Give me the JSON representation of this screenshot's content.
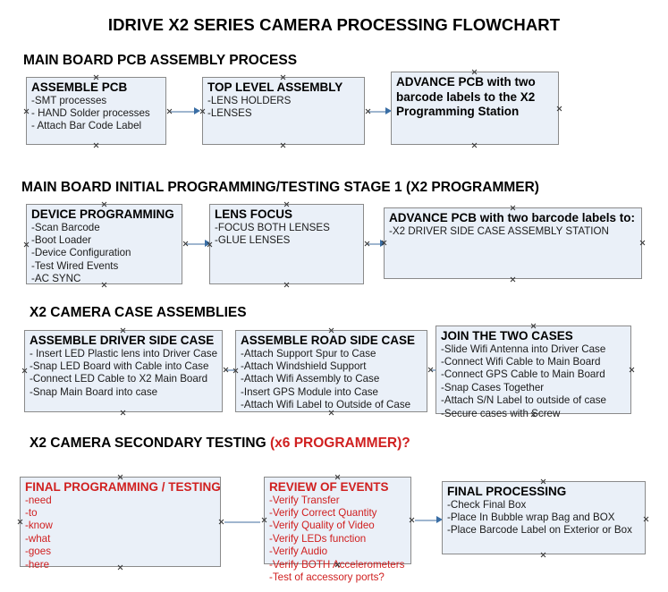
{
  "document": {
    "title": "IDRIVE X2  SERIES CAMERA PROCESSING FLOWCHART"
  },
  "colors": {
    "node_fill": "#eaf0f8",
    "node_border": "#8a8a8a",
    "connector": "#9fb6cf",
    "arrowhead": "#3a6ea5",
    "accent_red": "#d02020",
    "text": "#000000"
  },
  "sections": [
    {
      "id": "main-board-pcb-assembly",
      "heading": "MAIN BOARD PCB ASSEMBLY PROCESS",
      "heading_accent": "",
      "nodes": [
        {
          "id": "assemble-pcb",
          "title": "ASSEMBLE PCB",
          "lines": [
            "-SMT processes",
            "- HAND Solder processes",
            "- Attach Bar Code Label"
          ]
        },
        {
          "id": "top-level-assembly",
          "title": "TOP LEVEL ASSEMBLY",
          "lines": [
            "-LENS HOLDERS",
            "-LENSES"
          ]
        },
        {
          "id": "advance-pcb-to-x2-programming-station",
          "title": "ADVANCE PCB with two barcode labels to the  X2 Programming Station",
          "lines": []
        }
      ]
    },
    {
      "id": "main-board-initial-programming",
      "heading": "MAIN BOARD INITIAL PROGRAMMING/TESTING STAGE 1 (X2 PROGRAMMER)",
      "heading_accent": "",
      "nodes": [
        {
          "id": "device-programming",
          "title": "DEVICE PROGRAMMING",
          "lines": [
            "-Scan Barcode",
            "-Boot Loader",
            "-Device Configuration",
            "-Test Wired Events",
            "-AC SYNC"
          ]
        },
        {
          "id": "lens-focus",
          "title": "LENS FOCUS",
          "lines": [
            "-FOCUS BOTH LENSES",
            "-GLUE LENSES"
          ]
        },
        {
          "id": "advance-pcb-to-driver-side-case-assembly",
          "title": "ADVANCE PCB with two barcode labels to:",
          "lines": [
            "-X2 DRIVER  SIDE  CASE  ASSEMBLY STATION"
          ]
        }
      ]
    },
    {
      "id": "x2-camera-case-assemblies",
      "heading": "X2 CAMERA CASE ASSEMBLIES",
      "heading_accent": "",
      "nodes": [
        {
          "id": "assemble-driver-side-case",
          "title": "ASSEMBLE DRIVER SIDE CASE",
          "lines": [
            "- Insert LED Plastic lens into Driver Case",
            "-Snap LED Board with Cable into Case",
            "-Connect LED Cable to X2 Main Board",
            "-Snap Main Board into case"
          ]
        },
        {
          "id": "assemble-road-side-case",
          "title": "ASSEMBLE ROAD SIDE CASE",
          "lines": [
            "-Attach Support Spur to Case",
            "-Attach Windshield Support",
            "-Attach Wifi Assembly to Case",
            "-Insert GPS Module into Case",
            "-Attach Wifi Label to Outside of Case"
          ]
        },
        {
          "id": "join-the-two-cases",
          "title": "JOIN THE TWO CASES",
          "lines": [
            "-Slide Wifi Antenna into Driver Case",
            "-Connect Wifi Cable to Main Board",
            "-Connect GPS Cable to Main Board",
            "-Snap Cases Together",
            "-Attach S/N Label to outside of case",
            "-Secure cases with Screw"
          ]
        }
      ]
    },
    {
      "id": "x2-camera-secondary-testing",
      "heading": "X2 CAMERA SECONDARY TESTING ",
      "heading_accent": "(x6 PROGRAMMER)?",
      "nodes": [
        {
          "id": "final-programming-testing",
          "title": "FINAL PROGRAMMING / TESTING",
          "lines": [
            "-need",
            "-to",
            "-know",
            "-what",
            "-goes",
            "-here"
          ]
        },
        {
          "id": "review-of-events",
          "title": "REVIEW OF EVENTS",
          "lines": [
            "-Verify Transfer",
            "-Verify Correct Quantity",
            "-Verify Quality of Video",
            "-Verify LEDs function",
            "-Verify Audio",
            "-Verify BOTH Accelerometers",
            "-Test of accessory ports?"
          ]
        },
        {
          "id": "final-processing",
          "title": "FINAL PROCESSING",
          "lines": [
            "-Check Final Box",
            "-Place In Bubble wrap Bag and BOX",
            "-Place Barcode Label on Exterior or Box"
          ]
        }
      ]
    }
  ]
}
